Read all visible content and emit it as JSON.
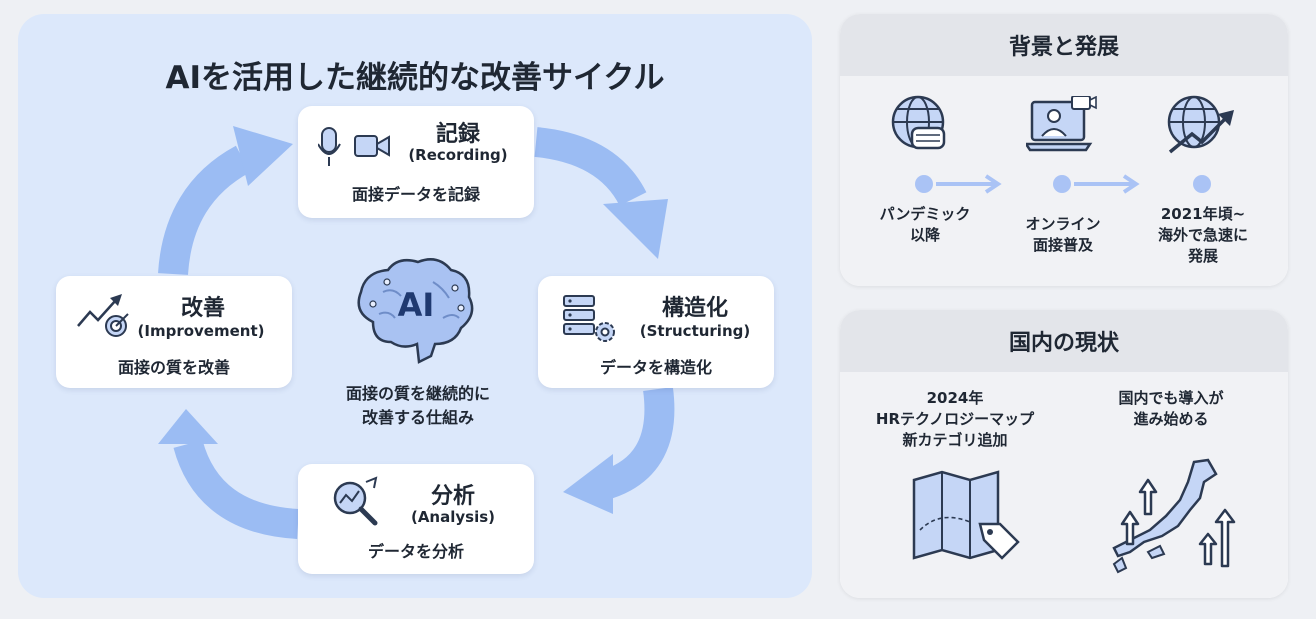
{
  "cycle": {
    "title": "AIを活用した継続的な改善サイクル",
    "center_icon": "ai-brain-icon",
    "center_icon_text": "AI",
    "center_caption_line1": "面接の質を継続的に",
    "center_caption_line2": "改善する仕組み",
    "stages": [
      {
        "title": "記録",
        "subtitle": "(Recording)",
        "description": "面接データを記録",
        "icons": [
          "microphone-icon",
          "video-camera-icon"
        ]
      },
      {
        "title": "構造化",
        "subtitle": "(Structuring)",
        "description": "データを構造化",
        "icons": [
          "server-gear-icon"
        ]
      },
      {
        "title": "分析",
        "subtitle": "(Analysis)",
        "description": "データを分析",
        "icons": [
          "magnifier-chart-icon"
        ]
      },
      {
        "title": "改善",
        "subtitle": "(Improvement)",
        "description": "面接の質を改善",
        "icons": [
          "trend-target-icon"
        ]
      }
    ]
  },
  "background": {
    "title": "背景と発展",
    "steps": [
      {
        "icon": "globe-mask-icon",
        "line1": "パンデミック",
        "line2": "以降",
        "line3": ""
      },
      {
        "icon": "laptop-video-icon",
        "line1": "オンライン",
        "line2": "面接普及",
        "line3": ""
      },
      {
        "icon": "globe-growth-icon",
        "line1": "2021年頃~",
        "line2": "海外で急速に",
        "line3": "発展"
      }
    ]
  },
  "domestic": {
    "title": "国内の現状",
    "items": [
      {
        "icon": "map-tag-icon",
        "line1": "2024年",
        "line2": "HRテクノロジーマップ",
        "line3": "新カテゴリ追加"
      },
      {
        "icon": "japan-map-arrows-icon",
        "line1": "国内でも導入が",
        "line2": "進み始める",
        "line3": ""
      }
    ]
  },
  "colors": {
    "panel": "#dce8fb",
    "arrow": "#9bbcf3",
    "icon_fill": "#c5d6f6",
    "icon_stroke": "#2c3a52",
    "accent": "#aac3f5"
  }
}
